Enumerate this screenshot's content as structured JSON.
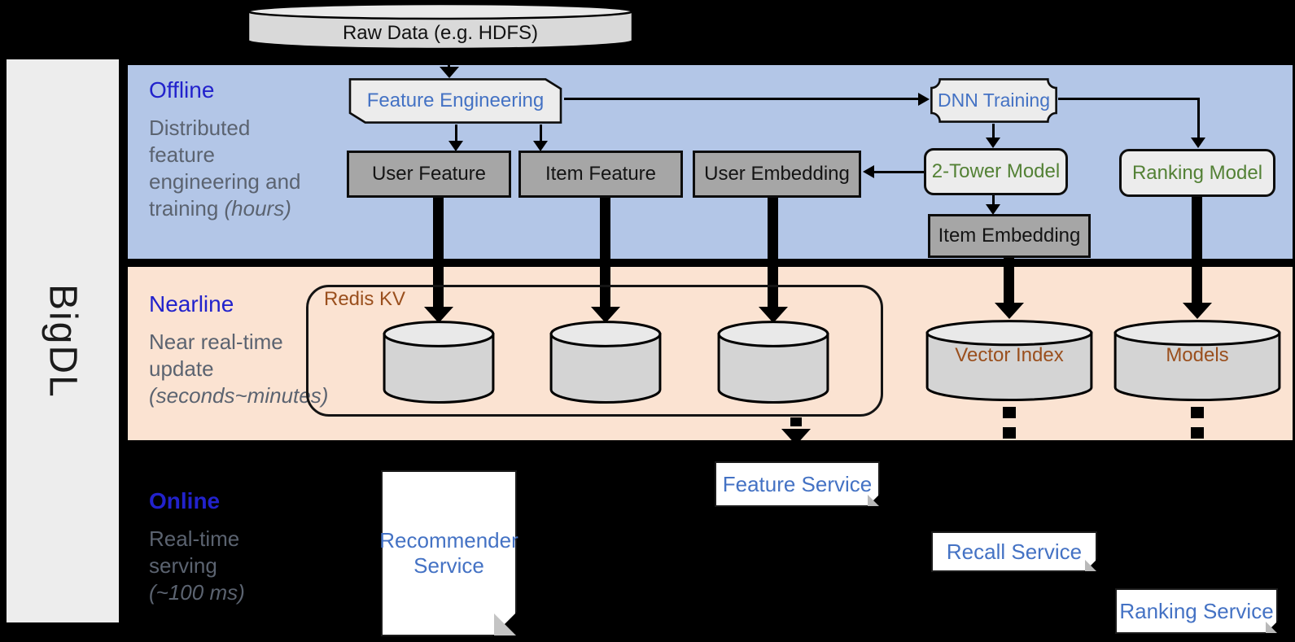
{
  "sidebar": {
    "label": "BigDL"
  },
  "raw_data": {
    "label": "Raw Data (e.g. HDFS)"
  },
  "sections": {
    "offline": {
      "title": "Offline",
      "desc": {
        "l1": "Distributed",
        "l2": "feature",
        "l3": "engineering and",
        "l4": "training ",
        "l4i": "(hours)"
      }
    },
    "nearline": {
      "title": "Nearline",
      "desc": {
        "l1": "Near real-time",
        "l2": "update",
        "l3i": "(seconds~minutes)"
      }
    },
    "online": {
      "title": "Online",
      "desc": {
        "l1": "Real-time",
        "l2": "serving",
        "l3i": "(~100 ms)"
      }
    }
  },
  "offline_boxes": {
    "feature_engineering": "Feature Engineering",
    "dnn_training": "DNN Training",
    "user_feature": "User Feature",
    "item_feature": "Item Feature",
    "user_embedding": "User Embedding",
    "two_tower_model": "2-Tower Model",
    "ranking_model": "Ranking Model",
    "item_embedding": "Item Embedding"
  },
  "nearline_items": {
    "redis_label": "Redis KV",
    "vector_index": "Vector Index",
    "models": "Models"
  },
  "online_services": {
    "recommender": "Recommender Service",
    "feature": "Feature Service",
    "recall": "Recall Service",
    "ranking": "Ranking Service"
  },
  "colors": {
    "band_blue": "#b3c6e7",
    "band_peach": "#fbe3d2",
    "bar_gray": "#ededed",
    "box_dark": "#a6a6a6",
    "shape_light": "#ececec",
    "cyl_body": "#d4d4d4",
    "cyl_top": "#e9e9e9",
    "text_blue": "#4472c4",
    "text_green": "#538135",
    "text_brown": "#9a4f1d",
    "title_blue": "#2222cc",
    "text_gray": "#5b6370"
  }
}
